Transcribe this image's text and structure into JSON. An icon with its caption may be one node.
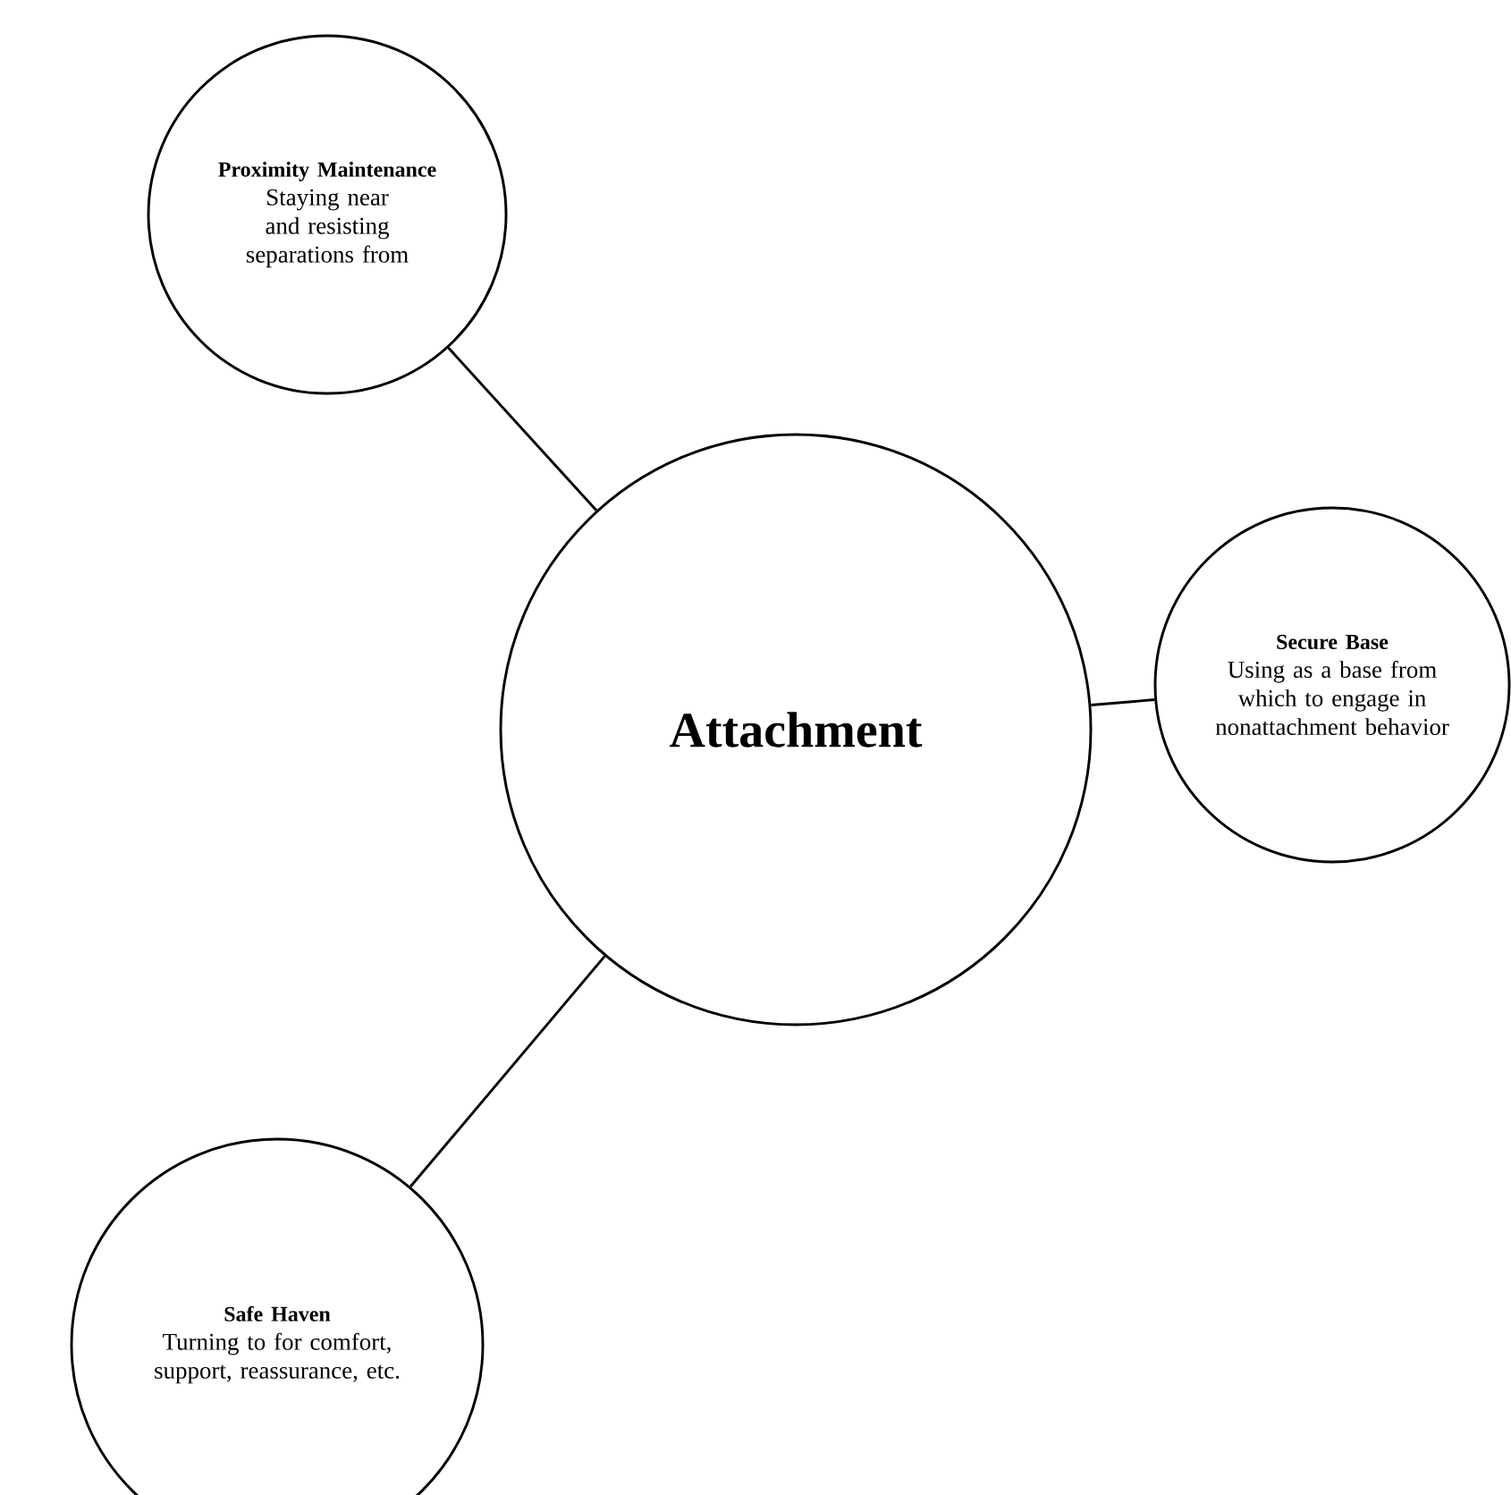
{
  "diagram": {
    "nodes": [
      {
        "text": [
          "Proximity Maintenance",
          "Staying near and resisting separations from"
        ]
      },
      {
        "text": [
          "Attachment"
        ]
      },
      {
        "text": [
          "Secure Base",
          "Using as a base from which to engage in nonattachment behavior"
        ]
      },
      {
        "text": [
          "Safe Haven",
          "Turning to for comfort, support, reassurance, etc."
        ]
      }
    ],
    "edges": [
      {
        "from": 1,
        "to": 0,
        "arrow": "none"
      },
      {
        "from": 1,
        "to": 2,
        "arrow": "none"
      },
      {
        "from": 1,
        "to": 3,
        "arrow": "none"
      }
    ]
  }
}
